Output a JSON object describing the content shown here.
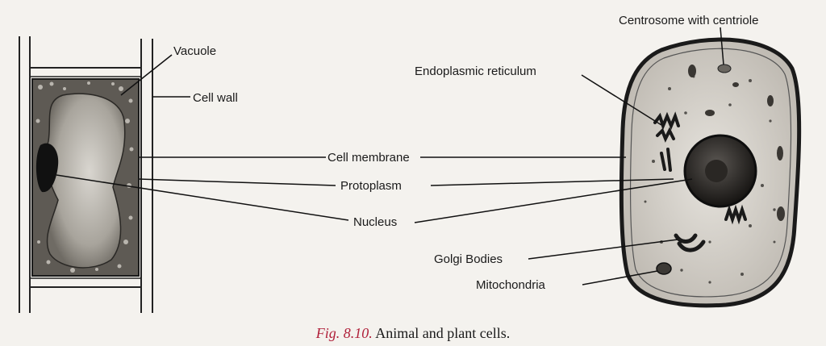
{
  "labels": {
    "vacuole": "Vacuole",
    "cell_wall": "Cell wall",
    "cell_membrane": "Cell membrane",
    "protoplasm": "Protoplasm",
    "nucleus": "Nucleus",
    "centrosome": "Centrosome with centriole",
    "endoplasmic_reticulum": "Endoplasmic reticulum",
    "golgi_bodies": "Golgi Bodies",
    "mitochondria": "Mitochondria"
  },
  "caption": {
    "figure_number": "Fig. 8.10.",
    "text": "Animal and plant cells."
  }
}
